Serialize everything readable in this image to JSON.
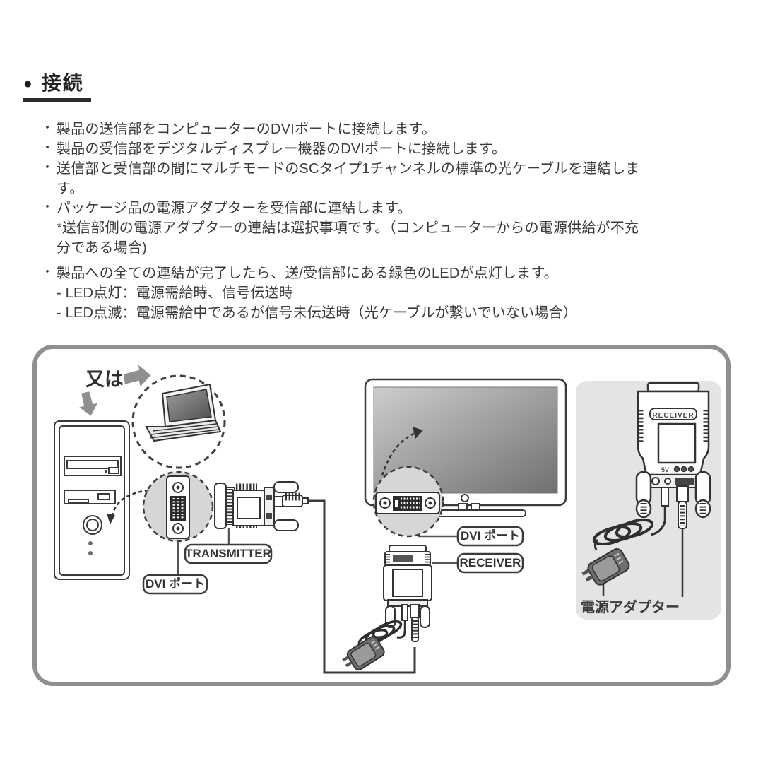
{
  "header": {
    "bullet": "●",
    "title": "接続"
  },
  "instructions": {
    "lines": [
      {
        "marker": "・",
        "text": "製品の送信部をコンピューターのDVIポートに接続します。"
      },
      {
        "marker": "・",
        "text": "製品の受信部をデジタルディスプレー機器のDVIポートに接続します。"
      },
      {
        "marker": "・",
        "text": "送信部と受信部の間にマルチモードのSCタイプ1チャンネルの標準の光ケーブルを連結しま"
      },
      {
        "marker": "",
        "text": "す。"
      },
      {
        "marker": "・",
        "text": "パッケージ品の電源アダプターを受信部に連結します。"
      },
      {
        "marker": "",
        "text": "*送信部側の電源アダプターの連結は選択事項です。（コンピューターからの電源供給が不充"
      },
      {
        "marker": "",
        "text": "分である場合)"
      },
      {
        "marker": "・",
        "text": "製品への全ての連結が完了したら、送/受信部にある緑色のLEDが点灯します。"
      },
      {
        "marker": "",
        "text": "- LED点灯：電源需給時、信号伝送時"
      },
      {
        "marker": "",
        "text": "- LED点滅：電源需給中であるが信号未伝送時（光ケーブルが繋いでいない場合）"
      }
    ]
  },
  "diagram": {
    "or_label": "又は",
    "transmitter_label": "TRANSMITTER",
    "dvi_port_label_left": "DVI ポート",
    "dvi_port_label_tv": "DVI ポート",
    "receiver_label": "RECEIVER",
    "receiver_device_text": "RECEIVER",
    "receiver_voltage_text": "5V",
    "power_adapter_label": "電源アダプター",
    "colors": {
      "line": "#3a3a3a",
      "border": "#8f8f8f",
      "panel": "#e4e4e4",
      "circle_fill": "#d6d6d6",
      "screen_light": "#cdcdcd",
      "screen_dark": "#707070",
      "adapter_body": "#6e6e6e",
      "arrow_gray": "#8f8f8f"
    }
  }
}
